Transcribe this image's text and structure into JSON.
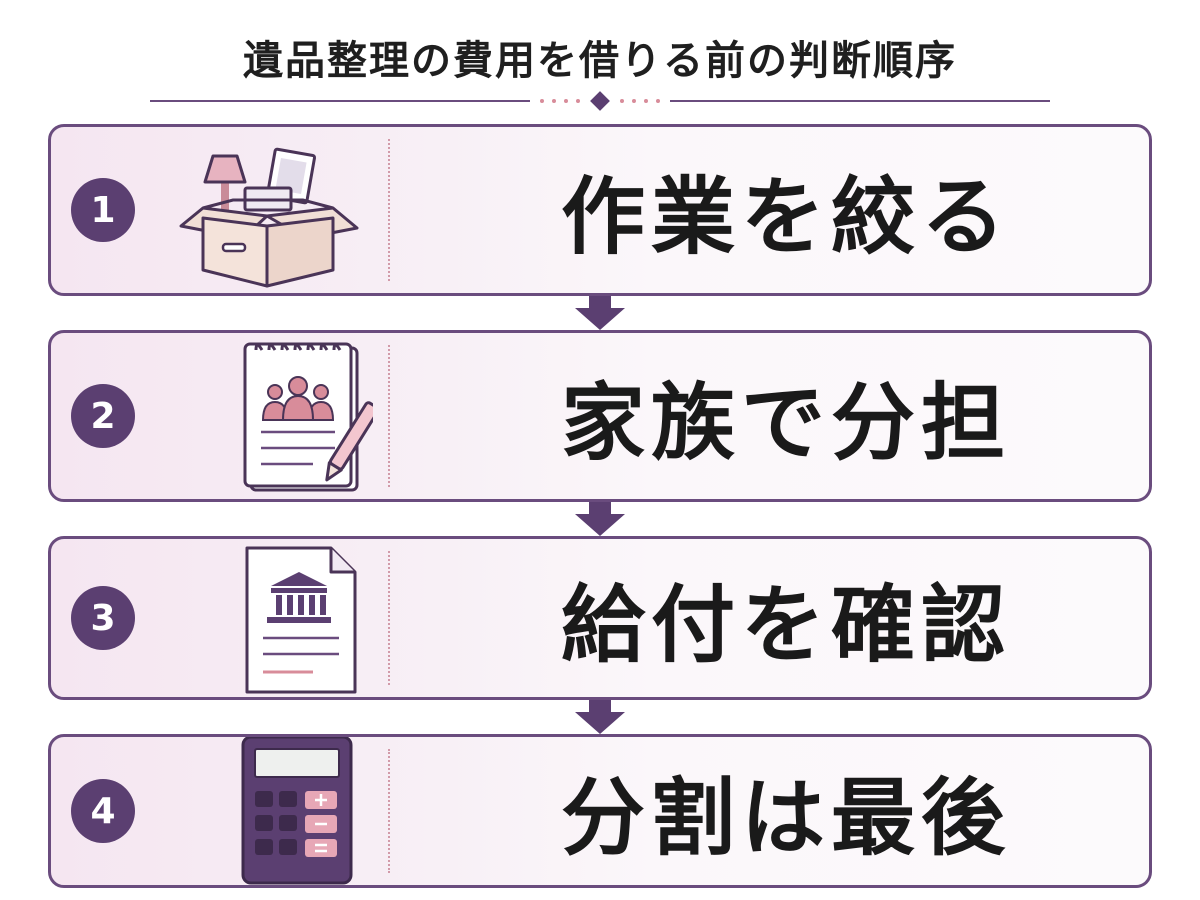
{
  "title": "遺品整理の費用を借りる前の判断順序",
  "colors": {
    "accent": "#5b3f71",
    "border": "#6a4c7e",
    "pink_accent": "#d88c9a",
    "card_bg_left": "#f5e6f1",
    "card_bg_right": "#fcfafc"
  },
  "steps": [
    {
      "number": "1",
      "label": "作業を絞る",
      "icon": "moving-box-icon"
    },
    {
      "number": "2",
      "label": "家族で分担",
      "icon": "family-notepad-icon"
    },
    {
      "number": "3",
      "label": "給付を確認",
      "icon": "government-document-icon"
    },
    {
      "number": "4",
      "label": "分割は最後",
      "icon": "calculator-icon"
    }
  ]
}
